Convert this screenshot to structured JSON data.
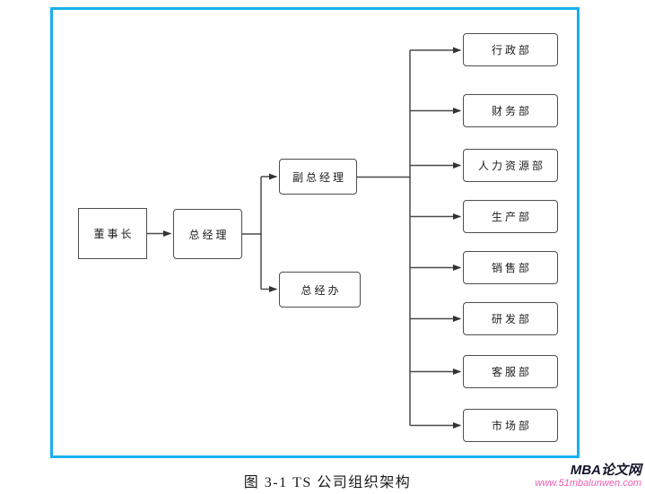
{
  "figure": {
    "caption": "图 3-1 TS 公司组织架构"
  },
  "org_chart": {
    "nodes": {
      "chairman": {
        "label": "董事长"
      },
      "general_manager": {
        "label": "总经理"
      },
      "deputy_general_manager": {
        "label": "副总经理"
      },
      "gm_office": {
        "label": "总经办"
      }
    },
    "departments": [
      {
        "label": "行政部"
      },
      {
        "label": "财务部"
      },
      {
        "label": "人力资源部"
      },
      {
        "label": "生产部"
      },
      {
        "label": "销售部"
      },
      {
        "label": "研发部"
      },
      {
        "label": "客服部"
      },
      {
        "label": "市场部"
      }
    ],
    "edges": [
      [
        "董事长",
        "总经理"
      ],
      [
        "总经理",
        "副总经理"
      ],
      [
        "总经理",
        "总经办"
      ],
      [
        "副总经理",
        "行政部"
      ],
      [
        "副总经理",
        "财务部"
      ],
      [
        "副总经理",
        "人力资源部"
      ],
      [
        "副总经理",
        "生产部"
      ],
      [
        "副总经理",
        "销售部"
      ],
      [
        "副总经理",
        "研发部"
      ],
      [
        "副总经理",
        "客服部"
      ],
      [
        "副总经理",
        "市场部"
      ]
    ],
    "colors": {
      "frame_border": "#17b0ec",
      "connector_line": "#4a4a4a",
      "box_border": "#4d4d4d"
    }
  },
  "watermark": {
    "brand": "MBA论文网",
    "url": "www.51mbalunwen.com",
    "url_color": "#ee5eb2"
  }
}
